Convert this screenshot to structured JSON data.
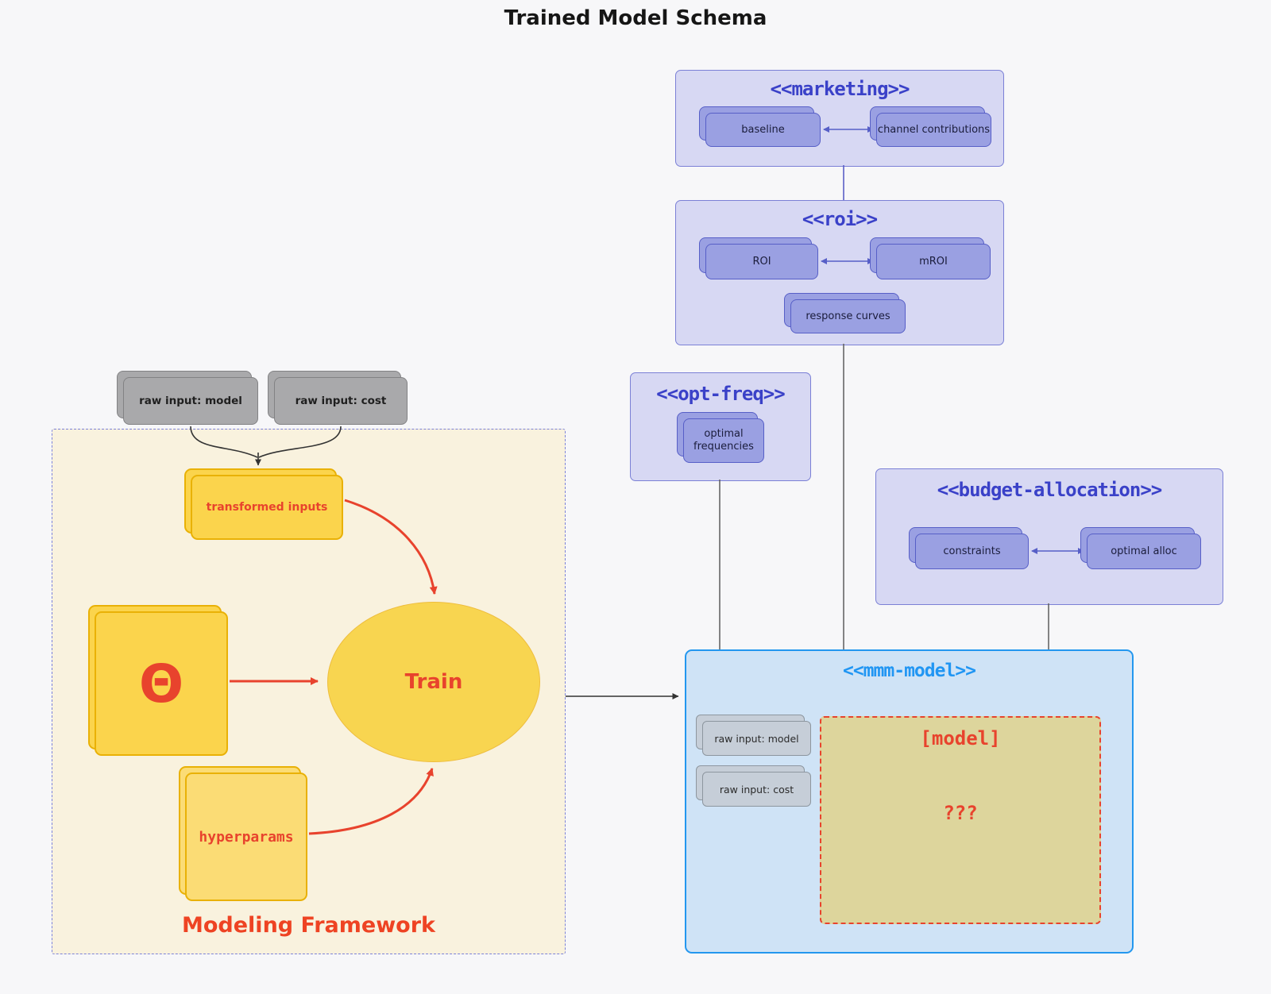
{
  "title": "Trained Model Schema",
  "marketing": {
    "title": "<<marketing>>",
    "baseline": "baseline",
    "channel": "channel contributions"
  },
  "roi": {
    "title": "<<roi>>",
    "roi": "ROI",
    "mroi": "mROI",
    "response": "response curves"
  },
  "optfreq": {
    "title": "<<opt-freq>>",
    "frequencies": "optimal frequencies"
  },
  "budget": {
    "title": "<<budget-allocation>>",
    "constraints": "constraints",
    "alloc": "optimal alloc"
  },
  "mmm": {
    "title": "<<mmm-model>>",
    "raw_model": "raw input: model",
    "raw_cost": "raw input: cost",
    "model": "[model]",
    "unknown": "???"
  },
  "framework": {
    "label": "Modeling Framework",
    "raw_model": "raw input: model",
    "raw_cost": "raw input: cost",
    "transformed": "transformed inputs",
    "theta": "Θ",
    "train": "Train",
    "hyperparams": "hyperparams"
  },
  "colors": {
    "red_accent": "#e8432d",
    "purple_title": "#3a41c8",
    "purple_node": "#9aa0e2",
    "lavender_fill": "#d7d8f3",
    "blue_accent": "#2397ef",
    "mmm_fill": "#cfe3f6",
    "yellow_node": "#fbd44c",
    "khaki_fill": "#ddd59c",
    "cream_fill": "#f9f2de",
    "gray_node": "#a9a9ab",
    "edge_gray": "#666666",
    "edge_black": "#333333"
  }
}
